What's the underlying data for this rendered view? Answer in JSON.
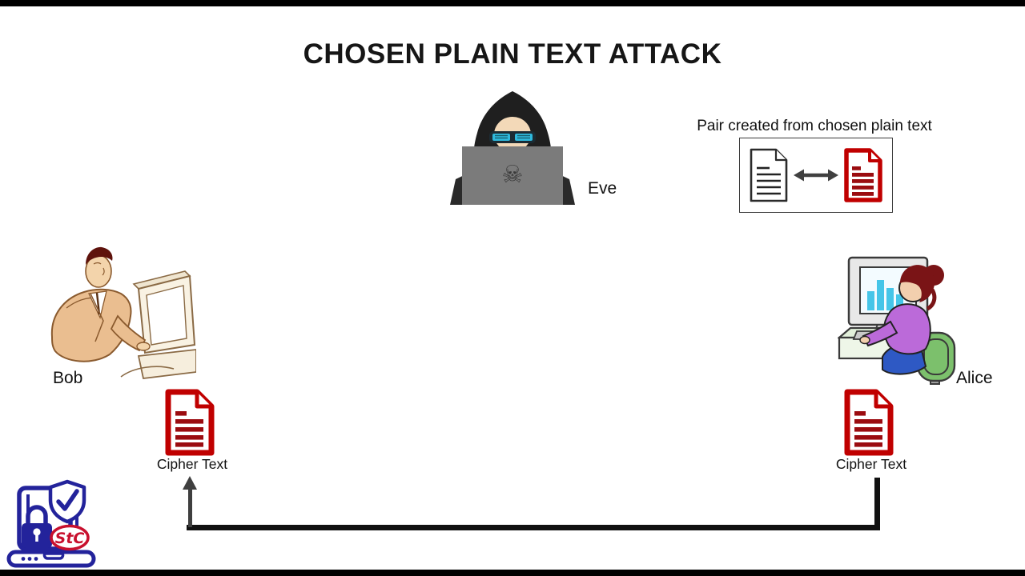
{
  "slide": {
    "title": "CHOSEN PLAIN TEXT ATTACK"
  },
  "attacker": {
    "name": "Eve",
    "skull_glyph": "☠"
  },
  "annotation": {
    "caption": "Pair created from chosen plain text"
  },
  "sender": {
    "name": "Bob",
    "document_label": "Cipher Text"
  },
  "receiver": {
    "name": "Alice",
    "document_label": "Cipher Text"
  },
  "logo": {
    "monogram": "StC"
  },
  "colors": {
    "cipher_red": "#c00000",
    "cipher_red_fill": "#9b0c10",
    "connector_black": "#111111",
    "arrow_gray": "#3f3f3f",
    "logo_navy": "#23239b",
    "logo_red": "#c8102e"
  }
}
